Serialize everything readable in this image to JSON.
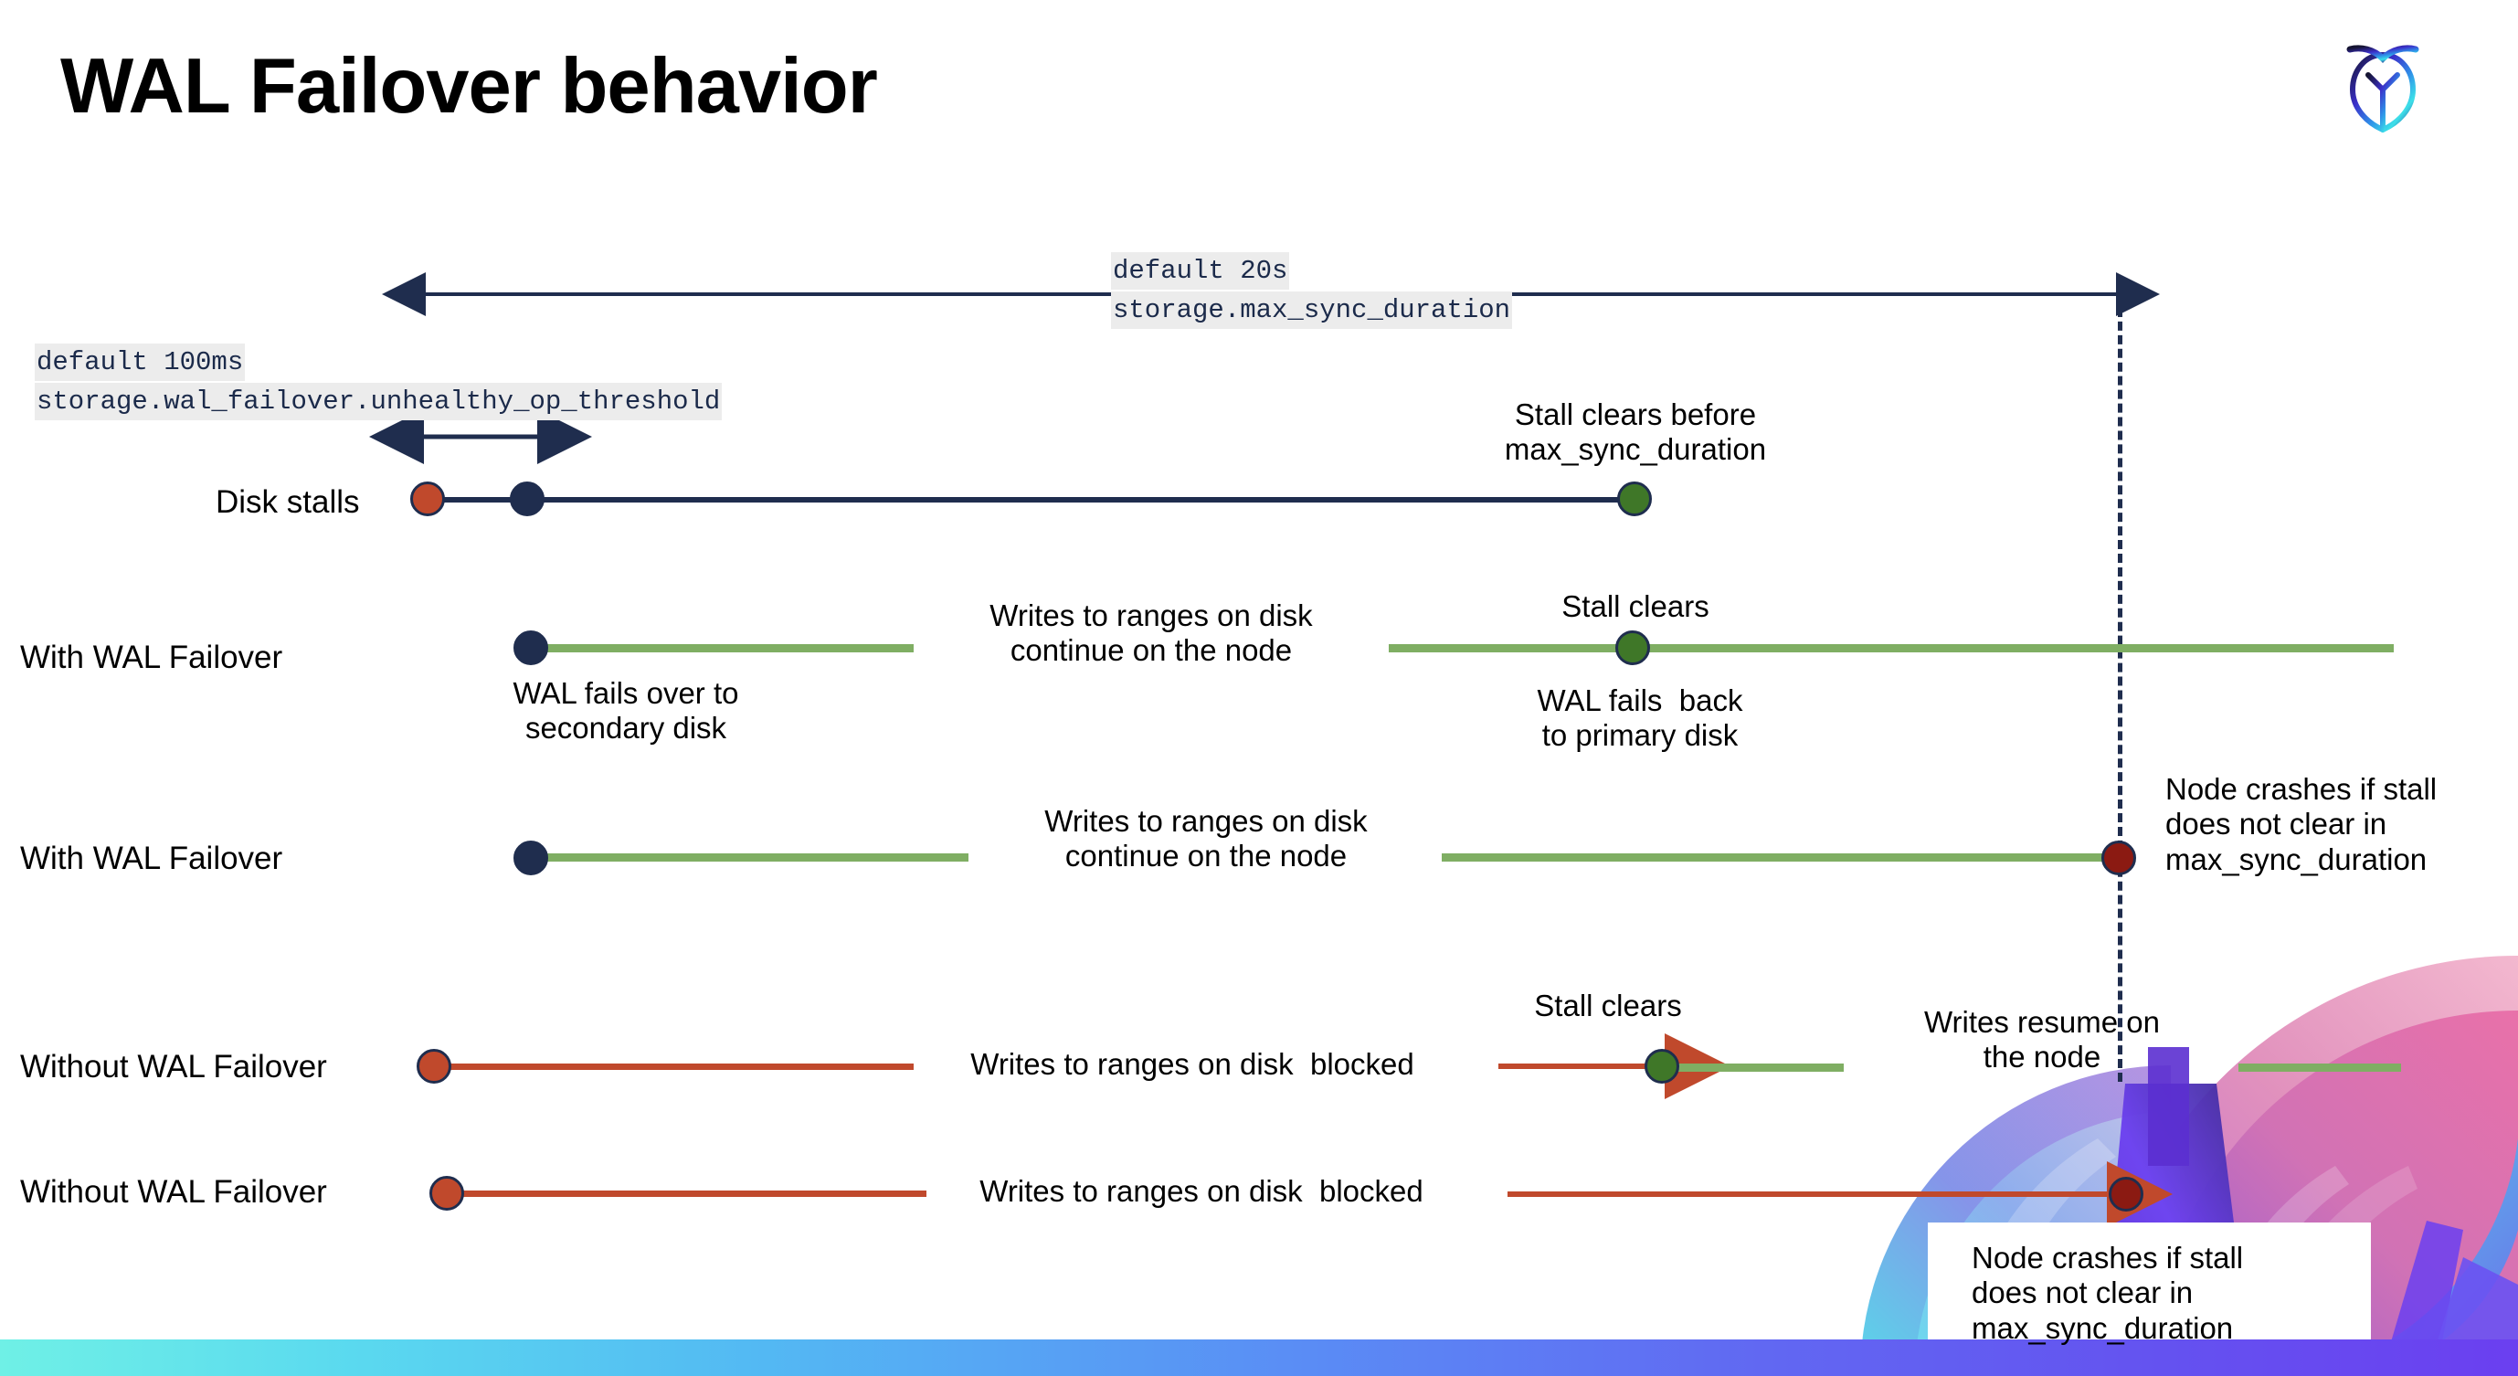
{
  "slide": {
    "title": "WAL Failover behavior",
    "logo_name": "cockroach-labs-logo",
    "colors": {
      "navy": "#1f2d4e",
      "green_line": "#7fae63",
      "green_dot": "#3f7728",
      "red_line": "#c0492c",
      "red_dot": "#c0492c",
      "dark_red_dot": "#8b1a12",
      "code_bg": "#ececec",
      "code_fg": "#1b2a4a"
    }
  },
  "annotations": {
    "max_sync": {
      "line1": "default 20s",
      "line2": "storage.max_sync_duration"
    },
    "unhealthy_op": {
      "line1": "default 100ms",
      "line2": "storage.wal_failover.unhealthy_op_threshold"
    }
  },
  "rows": [
    {
      "id": "disk-stalls",
      "label": "Disk stalls",
      "note": "Stall clears before\nmax_sync_duration"
    },
    {
      "id": "with-wal-failover-1",
      "label": "With WAL Failover",
      "start_note": "WAL fails over to\nsecondary disk",
      "mid_note": "Writes to ranges on disk\ncontinue on the node",
      "clear_note": "Stall clears",
      "end_note": "WAL fails  back\nto primary disk"
    },
    {
      "id": "with-wal-failover-2",
      "label": "With WAL Failover",
      "mid_note": "Writes to ranges on disk\ncontinue on the node",
      "crash_note": "Node crashes if stall\ndoes not clear in\nmax_sync_duration"
    },
    {
      "id": "without-wal-failover-1",
      "label": "Without WAL Failover",
      "mid_note": "Writes to ranges on disk  blocked",
      "clear_note": "Stall clears",
      "resume_note": "Writes resume on\nthe node"
    },
    {
      "id": "without-wal-failover-2",
      "label": "Without WAL Failover",
      "mid_note": "Writes to ranges on disk  blocked",
      "crash_note": "Node crashes if stall\ndoes not clear in\nmax_sync_duration"
    }
  ]
}
